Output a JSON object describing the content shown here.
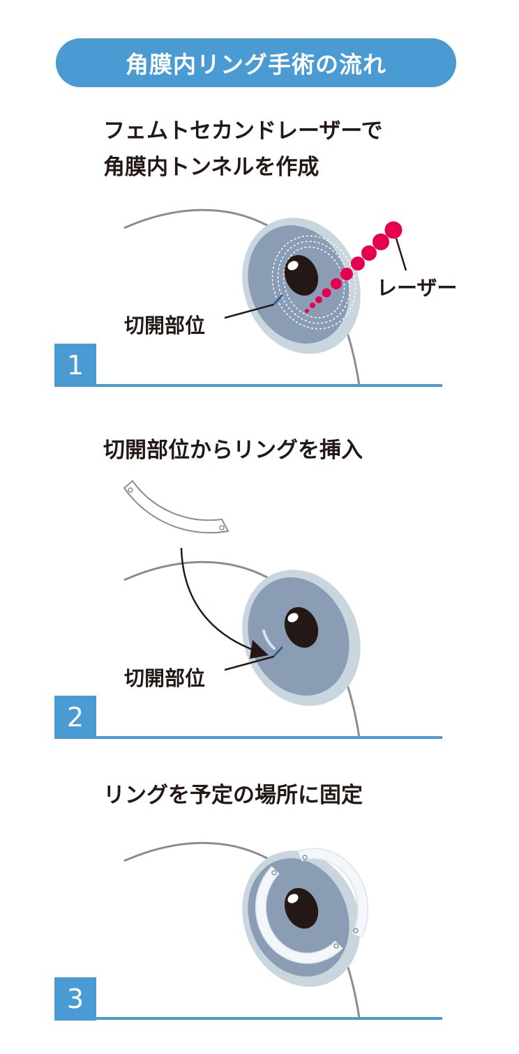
{
  "title": "角膜内リング手術の流れ",
  "steps": [
    {
      "number": "1",
      "text": "フェムトセカンドレーザーで\n角膜内トンネルを作成",
      "label_incision": "切開部位",
      "label_laser": "レーザー"
    },
    {
      "number": "2",
      "text": "切開部位からリングを挿入",
      "label_incision": "切開部位"
    },
    {
      "number": "3",
      "text": "リングを予定の場所に固定"
    }
  ],
  "colors": {
    "accent_blue": "#4a9bd4",
    "laser_red": "#e5004f",
    "cornea_outer": "#c9d6de",
    "iris": "#8a9db4",
    "pupil": "#231815",
    "incision": "#2c5f8e"
  }
}
